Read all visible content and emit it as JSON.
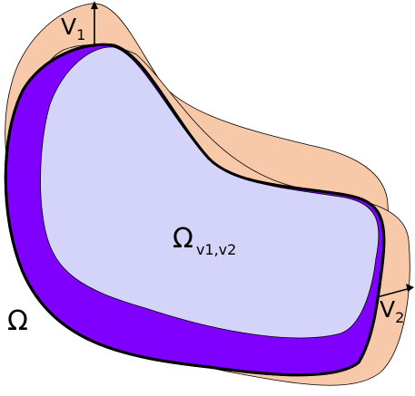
{
  "labels": {
    "omega": "Ω",
    "omega_perturbed_main": "Ω",
    "omega_perturbed_sub": "v1,v2",
    "v1_main": "V",
    "v1_sub": "1",
    "v2_main": "V",
    "v2_sub": "2"
  },
  "colors": {
    "region_v1": "#f7c9a8",
    "region_v2": "#f7c9a8",
    "band": "#8000ff",
    "inner_region": "#d4d4fa",
    "outline": "#000000",
    "background": "#ffffff"
  }
}
